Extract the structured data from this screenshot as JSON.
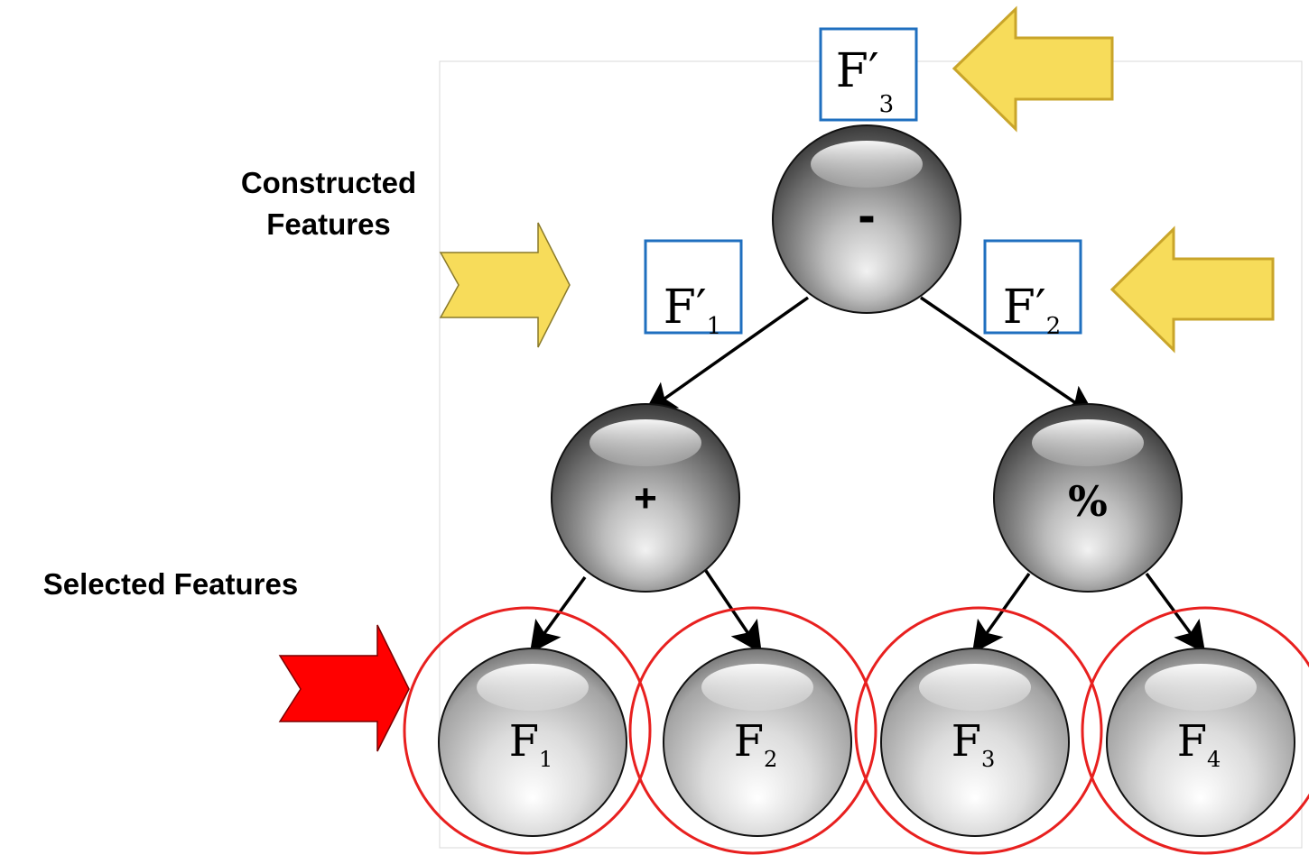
{
  "labels": {
    "constructed_line1": "Constructed",
    "constructed_line2": "Features",
    "selected": "Selected Features"
  },
  "operators": {
    "root": "-",
    "left": "+",
    "right": "%"
  },
  "constructed_boxes": [
    {
      "base": "F′",
      "sub": "3"
    },
    {
      "base": "F′",
      "sub": "1"
    },
    {
      "base": "F′",
      "sub": "2"
    }
  ],
  "leaves": [
    {
      "base": "F",
      "sub": "1"
    },
    {
      "base": "F",
      "sub": "2"
    },
    {
      "base": "F",
      "sub": "3"
    },
    {
      "base": "F",
      "sub": "4"
    }
  ],
  "colors": {
    "yellow_arrow": "#f7dc5a",
    "yellow_arrow_border": "#c9a52a",
    "red_arrow": "#ff0000",
    "box_border": "#1f6fbf",
    "selection_circle": "#e8201f"
  }
}
